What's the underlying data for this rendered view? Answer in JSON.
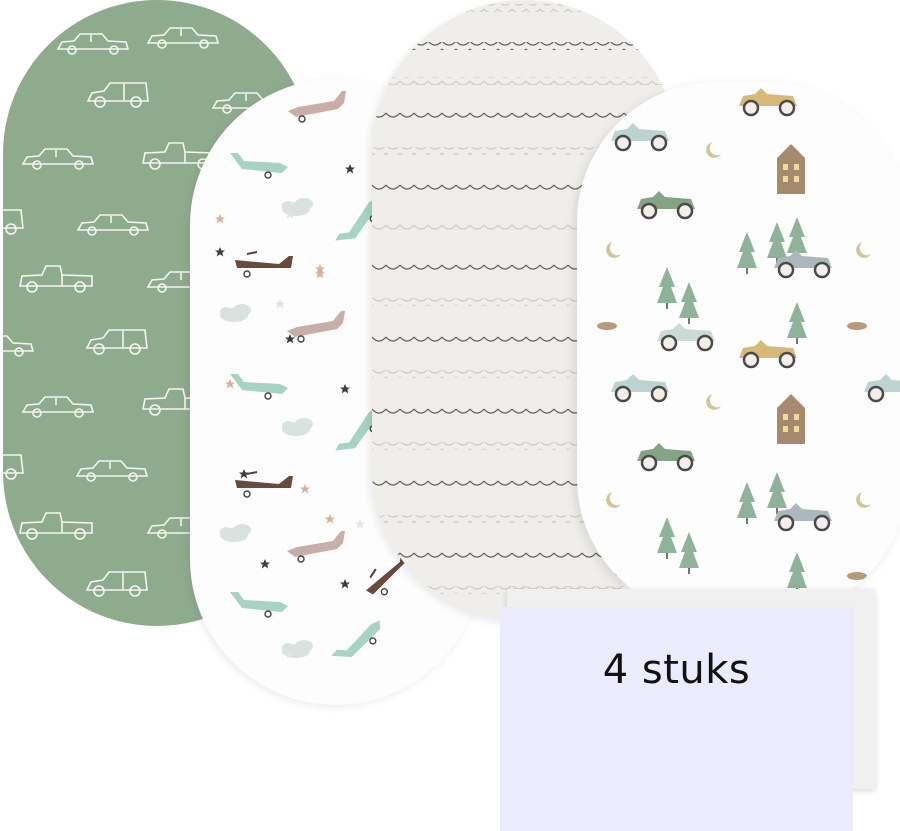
{
  "product": {
    "sheet_count": 4,
    "sheets": [
      {
        "name": "Groen met auto's",
        "pattern": "white-outline-cars",
        "background": "#8fab8e"
      },
      {
        "name": "Wit met vliegtuigjes",
        "pattern": "airplanes-stars-clouds",
        "background": "#fdfdfd"
      },
      {
        "name": "Beige met golfjes",
        "pattern": "scallop-waves",
        "background": "#efeeea"
      },
      {
        "name": "Wit met auto's en bomen",
        "pattern": "vintage-cars-trees-houses",
        "background": "#fdfdfd"
      }
    ]
  },
  "overlay": {
    "quantity_label": "4 stuks",
    "front_color": "#ecebfd",
    "back_color": "#f1f0f0",
    "accent_line_color": "#a8474e"
  }
}
